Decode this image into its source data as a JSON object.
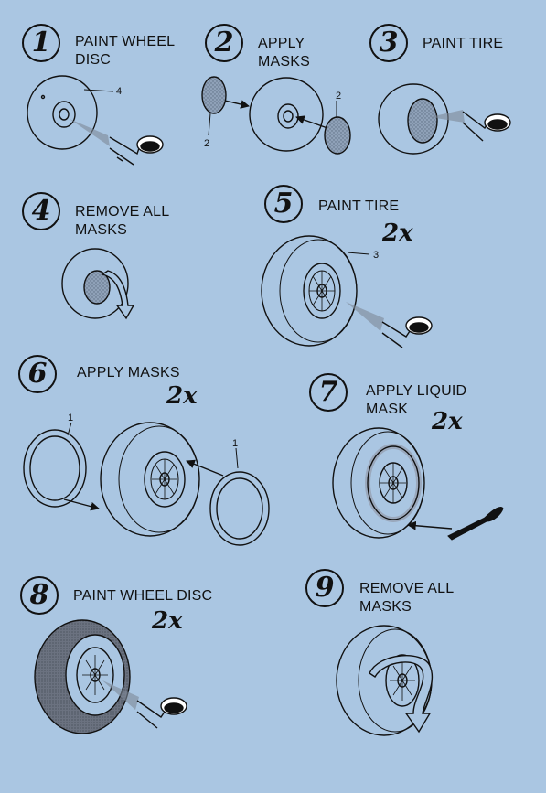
{
  "steps": [
    {
      "number": "1",
      "lines": [
        "PAINT WHEEL",
        "DISC"
      ],
      "multiplier": "",
      "callouts": [
        "4"
      ]
    },
    {
      "number": "2",
      "lines": [
        "APPLY",
        "MASKS"
      ],
      "multiplier": "",
      "callouts": [
        "2",
        "2"
      ]
    },
    {
      "number": "3",
      "lines": [
        "PAINT TIRE"
      ],
      "multiplier": "",
      "callouts": []
    },
    {
      "number": "4",
      "lines": [
        "REMOVE  ALL",
        "MASKS"
      ],
      "multiplier": "",
      "callouts": []
    },
    {
      "number": "5",
      "lines": [
        "PAINT TIRE"
      ],
      "multiplier": "2x",
      "callouts": [
        "3"
      ]
    },
    {
      "number": "6",
      "lines": [
        "APPLY MASKS"
      ],
      "multiplier": "2x",
      "callouts": [
        "1",
        "1"
      ]
    },
    {
      "number": "7",
      "lines": [
        "APPLY LIQUID",
        "MASK"
      ],
      "multiplier": "2x",
      "callouts": []
    },
    {
      "number": "8",
      "lines": [
        "PAINT WHEEL DISC"
      ],
      "multiplier": "2x",
      "callouts": []
    },
    {
      "number": "9",
      "lines": [
        "REMOVE  ALL",
        "MASKS"
      ],
      "multiplier": "",
      "callouts": []
    }
  ]
}
